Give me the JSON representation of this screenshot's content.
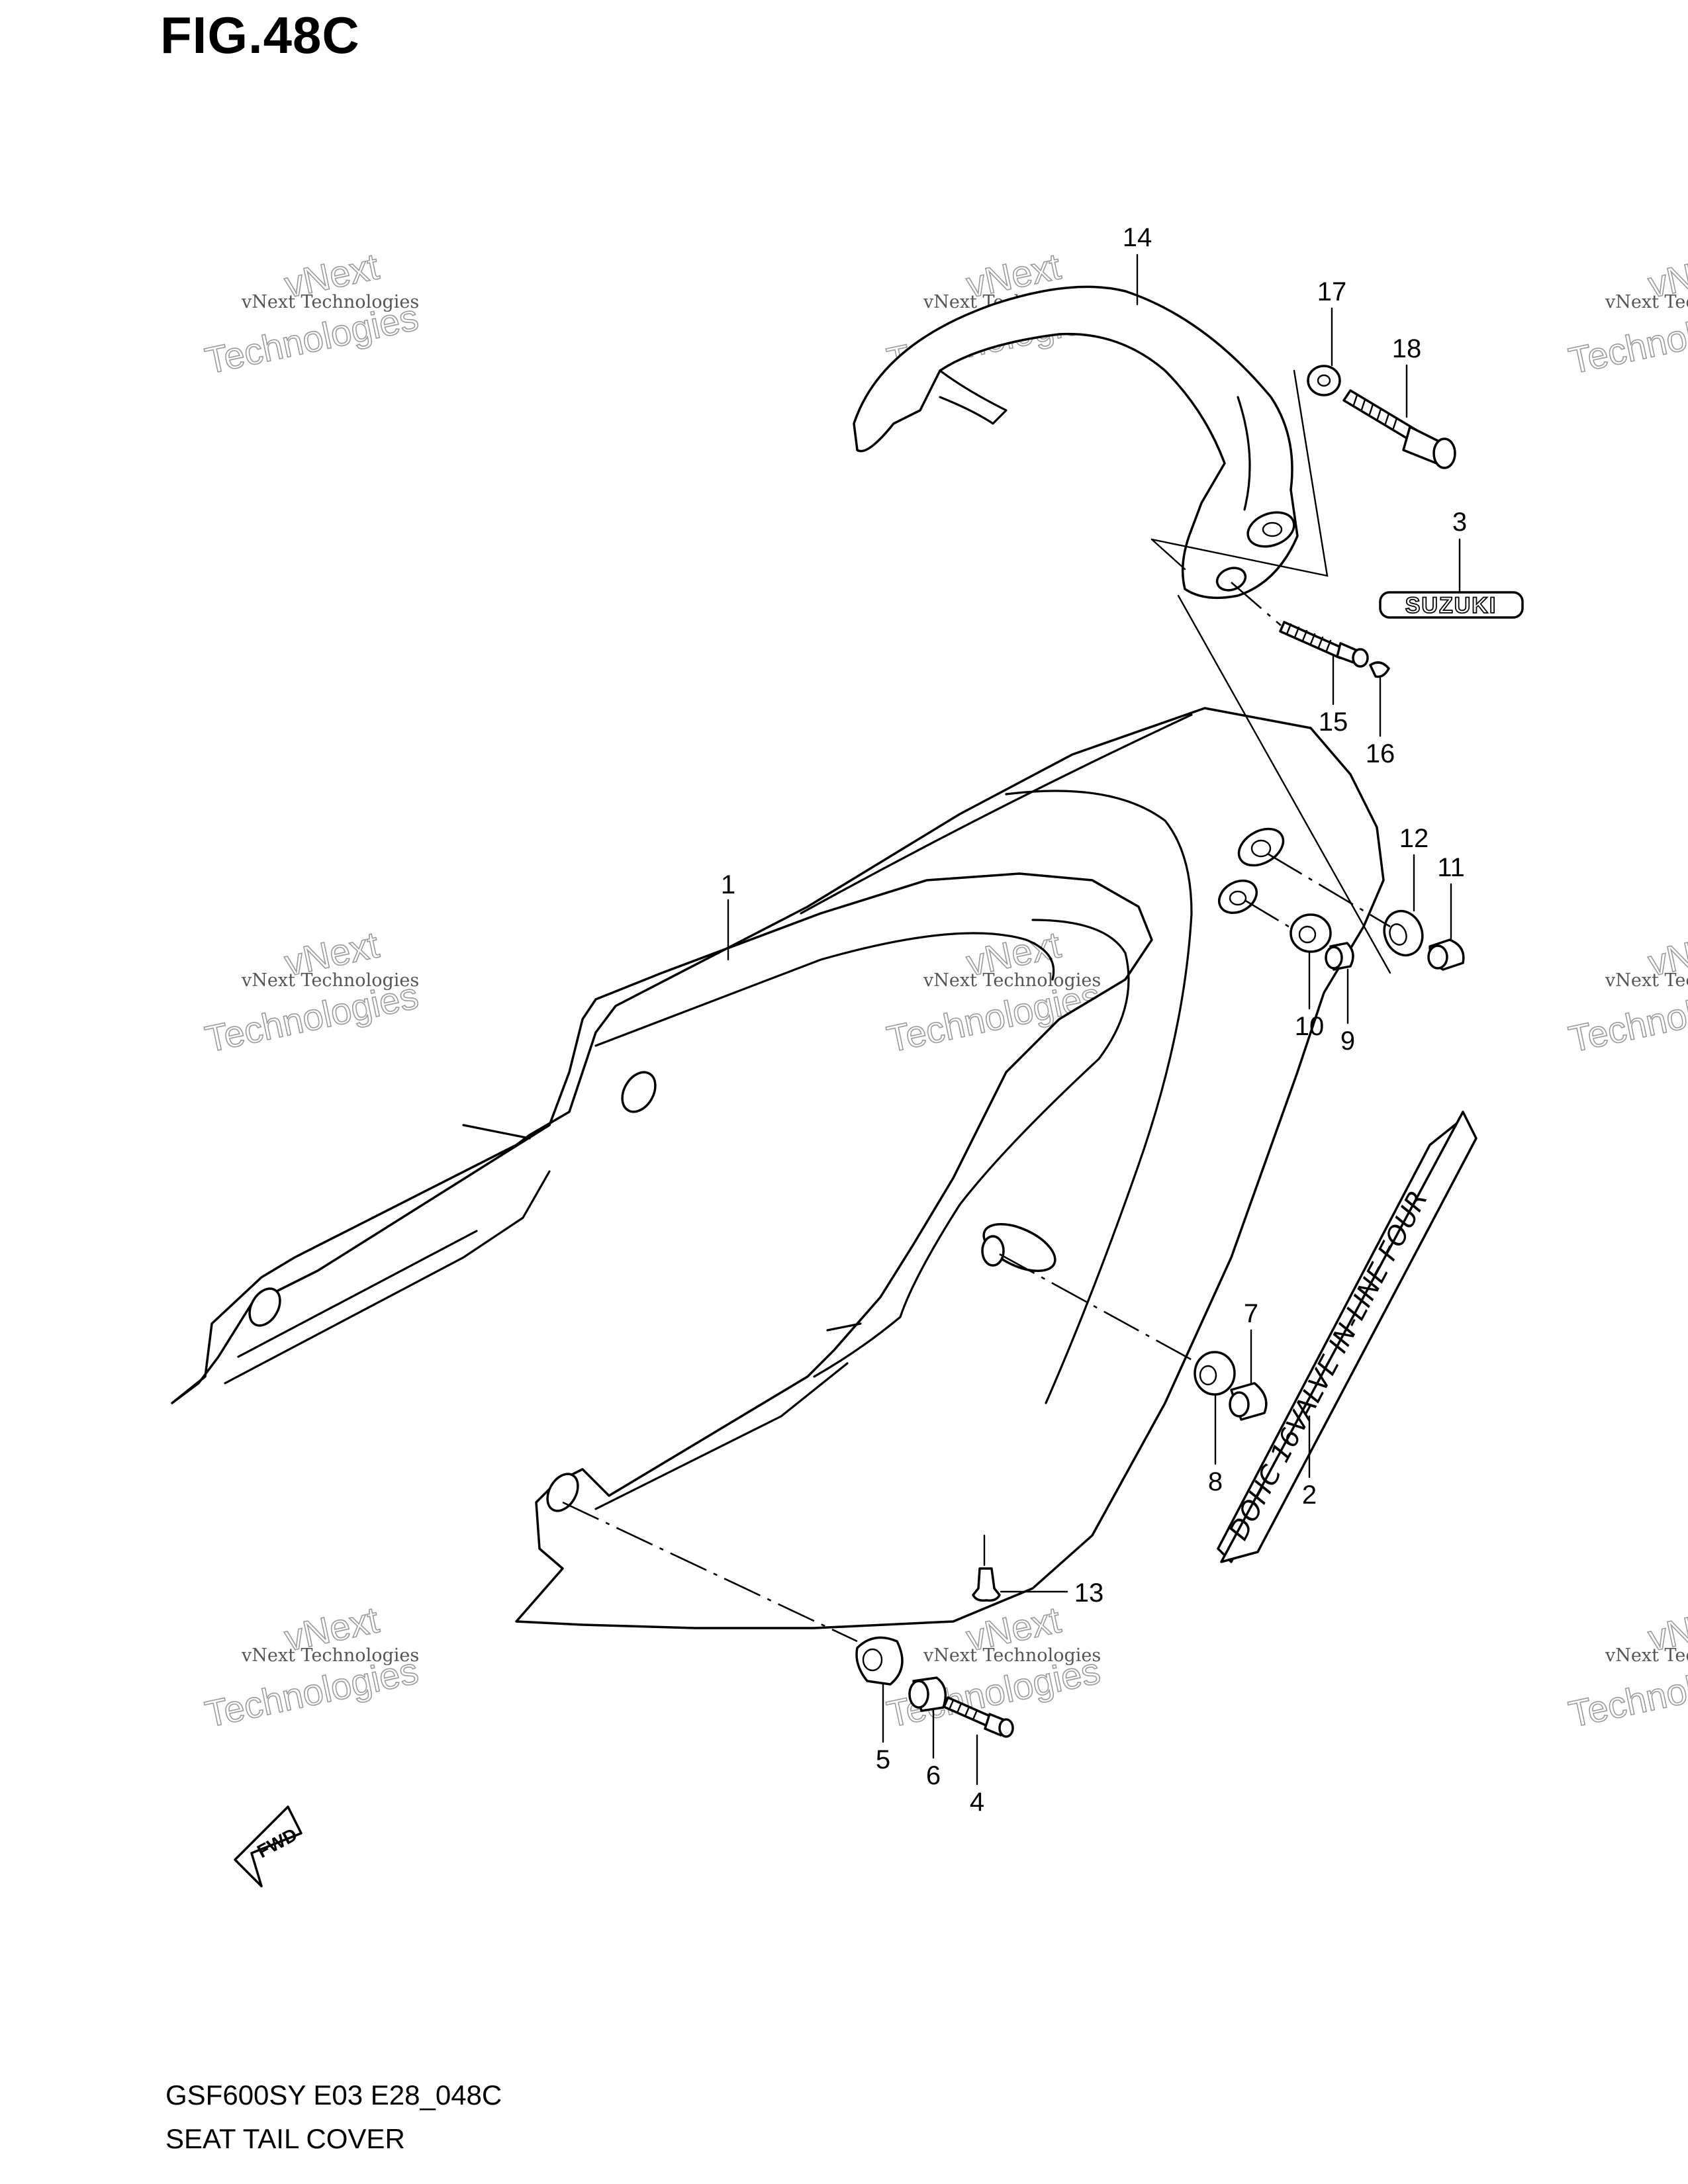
{
  "figure": {
    "title": "FIG.48C",
    "model_code": "GSF600SY E03 E28_048C",
    "section_name": "SEAT TAIL COVER"
  },
  "callouts": [
    "1",
    "2",
    "3",
    "4",
    "5",
    "6",
    "7",
    "8",
    "9",
    "10",
    "11",
    "12",
    "13",
    "14",
    "15",
    "16",
    "17",
    "18"
  ],
  "emblem_text": "SUZUKI",
  "decal_text": "DOHC 16VALVE IN-LINE FOUR",
  "direction_label": "FWD",
  "watermark": {
    "line1": "vNext Technologies",
    "line2": "vNext",
    "line3": "Technologies"
  }
}
